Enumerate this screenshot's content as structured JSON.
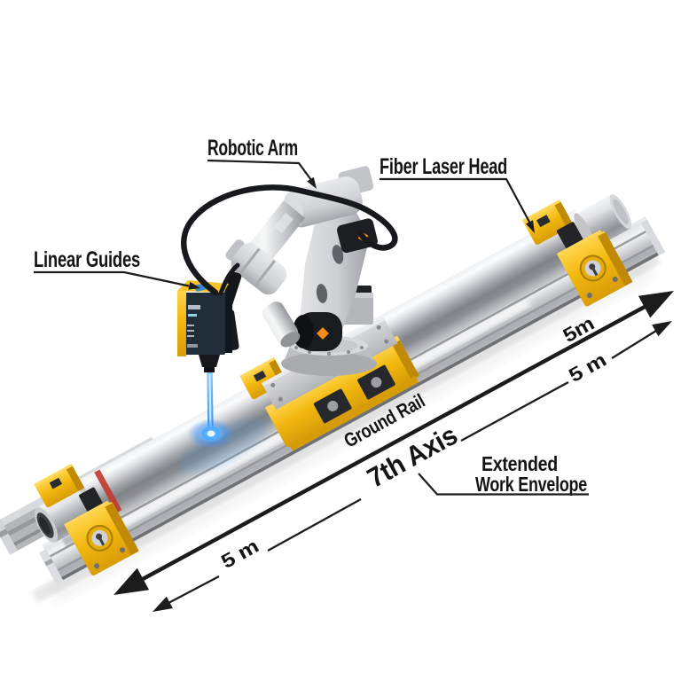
{
  "title": "7th Axis robot linear rail diagram",
  "labels": {
    "robotic_arm": "Robotic Arm",
    "fiber_laser_head": "Fiber Laser Head",
    "linear_guides": "Linear Guides",
    "ground_rail": "Ground Rail",
    "seventh_axis": "7th Axis",
    "extended_line1": "Extended",
    "extended_line2": "Work Envelope",
    "dim_thick_top": "5m",
    "dim_thin_top": "5 m",
    "dim_thin_bottom": "5 m"
  },
  "colors": {
    "accent-yellow": "#f2b70e",
    "yellow-dark": "#c18a06",
    "yellow-light": "#ffd44a",
    "laser-blue": "#3a9bf0",
    "label-orange": "#ef8c1a",
    "stripe-red": "#c23b30",
    "line-color": "#1b1b1b",
    "robot-gray": "#cfd1d4",
    "rail-gray": "#c9cbce",
    "sensor-navy": "#222d3a",
    "background": "#ffffff"
  }
}
